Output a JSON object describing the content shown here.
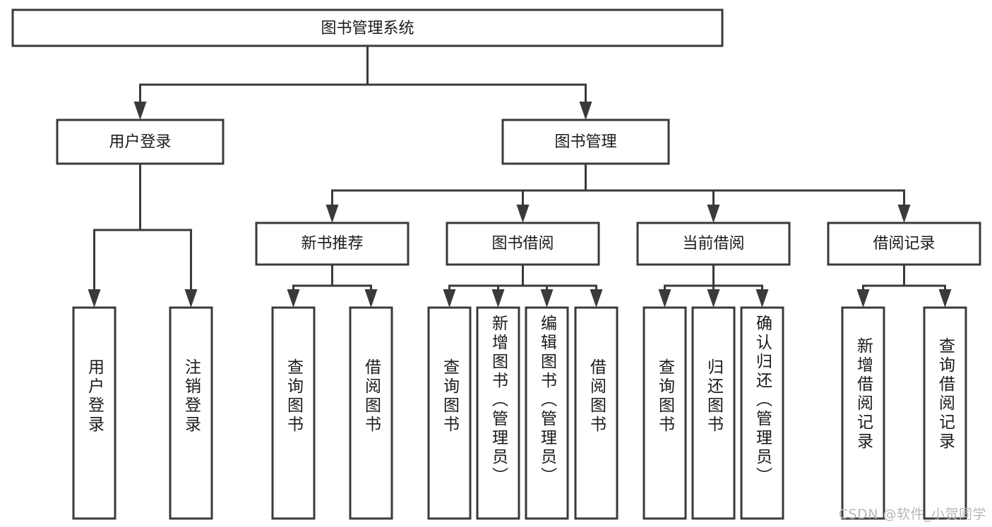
{
  "diagram": {
    "type": "tree",
    "title": "图书管理系统",
    "orientation": "top-down",
    "colors": {
      "box_fill": "#ffffff",
      "box_stroke": "#3a3a3a",
      "connector": "#3a3a3a",
      "text": "#1b1b1b",
      "watermark": "#b8b8b8",
      "background": "#ffffff"
    },
    "root": {
      "label": "图书管理系统"
    },
    "level2": [
      {
        "label": "用户登录"
      },
      {
        "label": "图书管理"
      }
    ],
    "level3": [
      {
        "label": "新书推荐"
      },
      {
        "label": "图书借阅"
      },
      {
        "label": "当前借阅"
      },
      {
        "label": "借阅记录"
      }
    ],
    "leaves": {
      "user_login": [
        {
          "label": "用户登录"
        },
        {
          "label": "注销登录"
        }
      ],
      "new_book_recommend": [
        {
          "label": "查询图书"
        },
        {
          "label": "借阅图书"
        }
      ],
      "book_borrow": [
        {
          "label": "查询图书"
        },
        {
          "label": "新增图书（管理员）"
        },
        {
          "label": "编辑图书（管理员）"
        },
        {
          "label": "借阅图书"
        }
      ],
      "current_borrow": [
        {
          "label": "查询图书"
        },
        {
          "label": "归还图书"
        },
        {
          "label": "确认归还（管理员）"
        }
      ],
      "borrow_record": [
        {
          "label": "新增借阅记录"
        },
        {
          "label": "查询借阅记录"
        }
      ]
    }
  },
  "watermark": {
    "text": "CSDN @软件_小贺同学"
  }
}
